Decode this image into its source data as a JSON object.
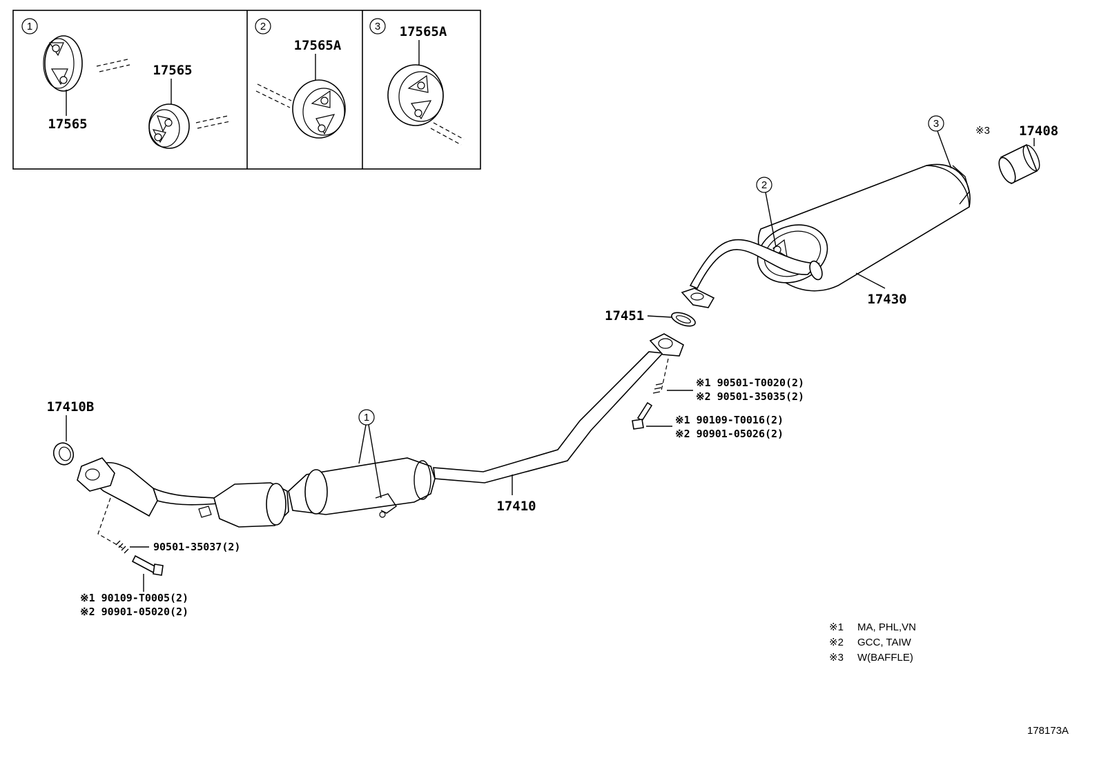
{
  "insets": {
    "inset1": {
      "number": "1",
      "parts": [
        "17565",
        "17565"
      ]
    },
    "inset2": {
      "number": "2",
      "parts": [
        "17565A"
      ]
    },
    "inset3": {
      "number": "3",
      "parts": [
        "17565A"
      ]
    }
  },
  "parts": {
    "p17408": "17408",
    "p17408_note": "※3",
    "p17430": "17430",
    "p17451": "17451",
    "p17410B": "17410B",
    "p17410": "17410",
    "bolt_a": "90501-35037(2)",
    "bolt_b1": "※1 90109-T0005(2)",
    "bolt_b2": "※2 90901-05020(2)",
    "spring_1": "※1 90501-T0020(2)",
    "spring_2": "※2 90501-35035(2)",
    "bolt_c1": "※1 90109-T0016(2)",
    "bolt_c2": "※2 90901-05026(2)"
  },
  "callouts": {
    "c1": "1",
    "c2": "2",
    "c3": "3"
  },
  "legend": [
    {
      "mark": "※1",
      "text": "MA, PHL,VN"
    },
    {
      "mark": "※2",
      "text": "GCC, TAIW"
    },
    {
      "mark": "※3",
      "text": "W(BAFFLE)"
    }
  ],
  "diagram_id": "178173A"
}
